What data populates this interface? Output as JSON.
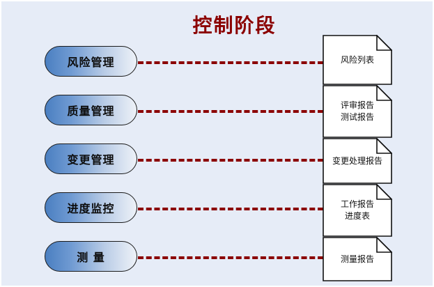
{
  "diagram": {
    "title": "控制阶段",
    "title_color": "#8b0000",
    "background_color": "#e6ecf7",
    "connector_color": "#8b0000",
    "box_border_color": "#1a1a1a",
    "doc_border_color": "#101010",
    "doc_fill_color": "#ffffff"
  },
  "processes": [
    {
      "label": "风险管理"
    },
    {
      "label": "质量管理"
    },
    {
      "label": "变更管理"
    },
    {
      "label": "进度监控"
    },
    {
      "label": "测 量"
    }
  ],
  "connectors": [
    {
      "name": "connector-risk"
    },
    {
      "name": "connector-quality"
    },
    {
      "name": "connector-change"
    },
    {
      "name": "connector-progress"
    },
    {
      "name": "connector-measure"
    }
  ],
  "documents": [
    {
      "lines": [
        "风险列表"
      ]
    },
    {
      "lines": [
        "评审报告",
        "测试报告"
      ]
    },
    {
      "lines": [
        "变更处理报告"
      ]
    },
    {
      "lines": [
        "工作报告",
        "进度表"
      ]
    },
    {
      "lines": [
        "测量报告"
      ]
    }
  ]
}
